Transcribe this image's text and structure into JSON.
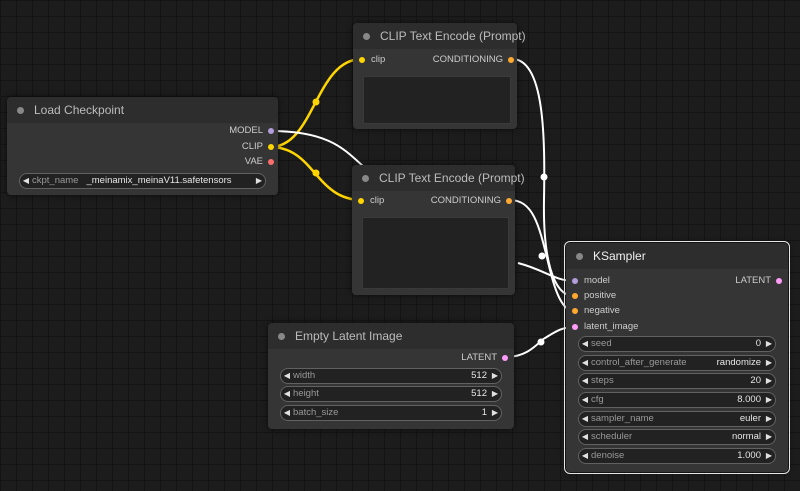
{
  "colors": {
    "clip": "#ffd500",
    "model": "#b39ddb",
    "vae": "#ff6e6e",
    "conditioning": "#ffa931",
    "latent": "#ff9cf9",
    "wire_white": "#ffffff"
  },
  "icons": {
    "collapse": "collapse-dot-icon",
    "decrement": "arrow-left-icon",
    "increment": "arrow-right-icon"
  },
  "nodes": {
    "load_checkpoint": {
      "title": "Load Checkpoint",
      "outputs": [
        "MODEL",
        "CLIP",
        "VAE"
      ],
      "widgets": [
        {
          "label": "ckpt_name",
          "value": "_meinamix_meinaV11.safetensors"
        }
      ]
    },
    "clip_text_encode_1": {
      "title": "CLIP Text Encode (Prompt)",
      "input": "clip",
      "output": "CONDITIONING",
      "text": ""
    },
    "clip_text_encode_2": {
      "title": "CLIP Text Encode (Prompt)",
      "input": "clip",
      "output": "CONDITIONING",
      "text": ""
    },
    "empty_latent": {
      "title": "Empty Latent Image",
      "output": "LATENT",
      "widgets": [
        {
          "label": "width",
          "value": "512"
        },
        {
          "label": "height",
          "value": "512"
        },
        {
          "label": "batch_size",
          "value": "1"
        }
      ]
    },
    "ksampler": {
      "title": "KSampler",
      "inputs": [
        "model",
        "positive",
        "negative",
        "latent_image"
      ],
      "output": "LATENT",
      "widgets": [
        {
          "label": "seed",
          "value": "0"
        },
        {
          "label": "control_after_generate",
          "value": "randomize"
        },
        {
          "label": "steps",
          "value": "20"
        },
        {
          "label": "cfg",
          "value": "8.000"
        },
        {
          "label": "sampler_name",
          "value": "euler"
        },
        {
          "label": "scheduler",
          "value": "normal"
        },
        {
          "label": "denoise",
          "value": "1.000"
        }
      ]
    }
  }
}
